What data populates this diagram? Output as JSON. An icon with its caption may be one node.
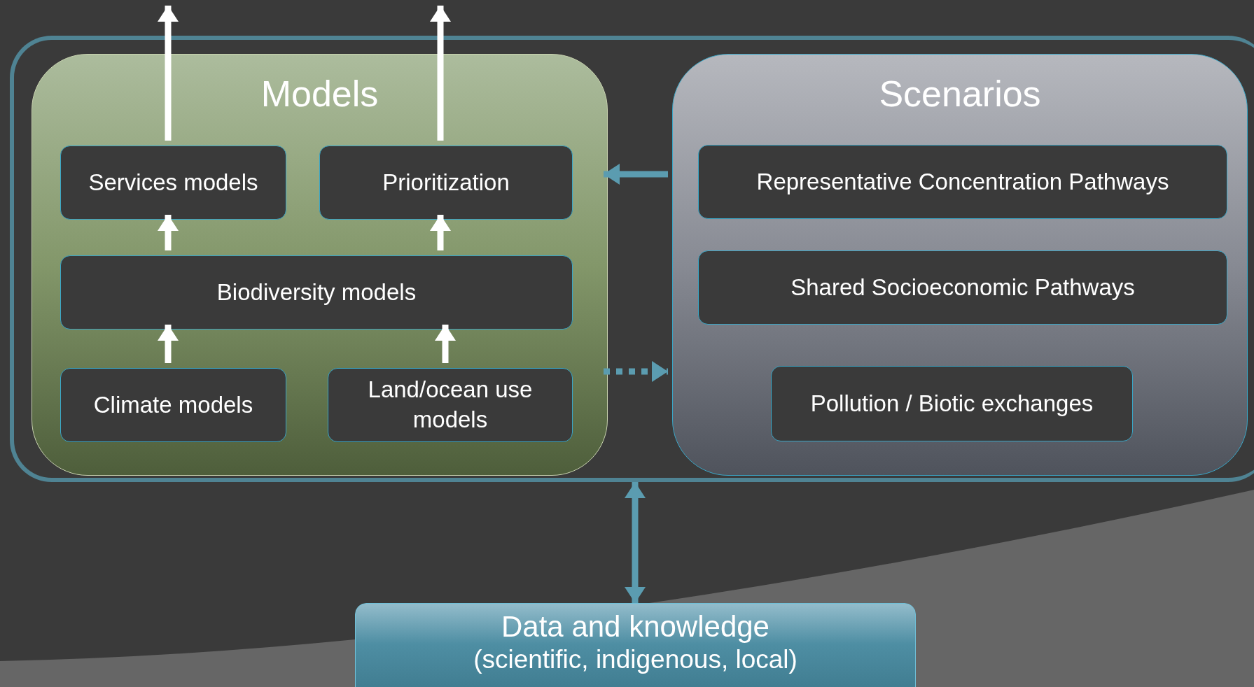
{
  "diagram": {
    "nodes": [
      {
        "text": [],
        "shape": "box"
      },
      {
        "text": [
          "Models"
        ],
        "in": 0
      },
      {
        "text": [
          "Services models"
        ],
        "in": 1
      },
      {
        "text": [
          "Prioritization"
        ],
        "in": 1
      },
      {
        "text": [
          "Biodiversity models"
        ],
        "in": 1
      },
      {
        "text": [
          "Climate models"
        ],
        "in": 1
      },
      {
        "text": [
          "Land/ocean use models"
        ],
        "in": 1
      },
      {
        "text": [
          "Scenarios"
        ],
        "in": 0
      },
      {
        "text": [
          "Representative Concentration Pathways"
        ],
        "in": 7
      },
      {
        "text": [
          "Shared Socioeconomic Pathways"
        ],
        "in": 7
      },
      {
        "text": [
          "Pollution / Biotic exchanges"
        ],
        "in": 7
      },
      {
        "text": [
          "Data and knowledge",
          "(scientific, indigenous, local)"
        ]
      }
    ],
    "edges": [
      {
        "from": 2,
        "to": null,
        "arrow": "to"
      },
      {
        "from": 3,
        "to": null,
        "arrow": "to"
      },
      {
        "from": 4,
        "to": 2,
        "arrow": "to"
      },
      {
        "from": 4,
        "to": 3,
        "arrow": "to"
      },
      {
        "from": 5,
        "to": 4,
        "arrow": "to"
      },
      {
        "from": 6,
        "to": 4,
        "arrow": "to"
      },
      {
        "from": 7,
        "to": 1,
        "arrow": "to",
        "color": "#5b9cb0"
      },
      {
        "from": 1,
        "to": 7,
        "arrow": "to",
        "style": "dashed",
        "color": "#5b9cb0"
      },
      {
        "from": 11,
        "to": 0,
        "arrow": "both",
        "color": "#5b9cb0"
      }
    ]
  }
}
